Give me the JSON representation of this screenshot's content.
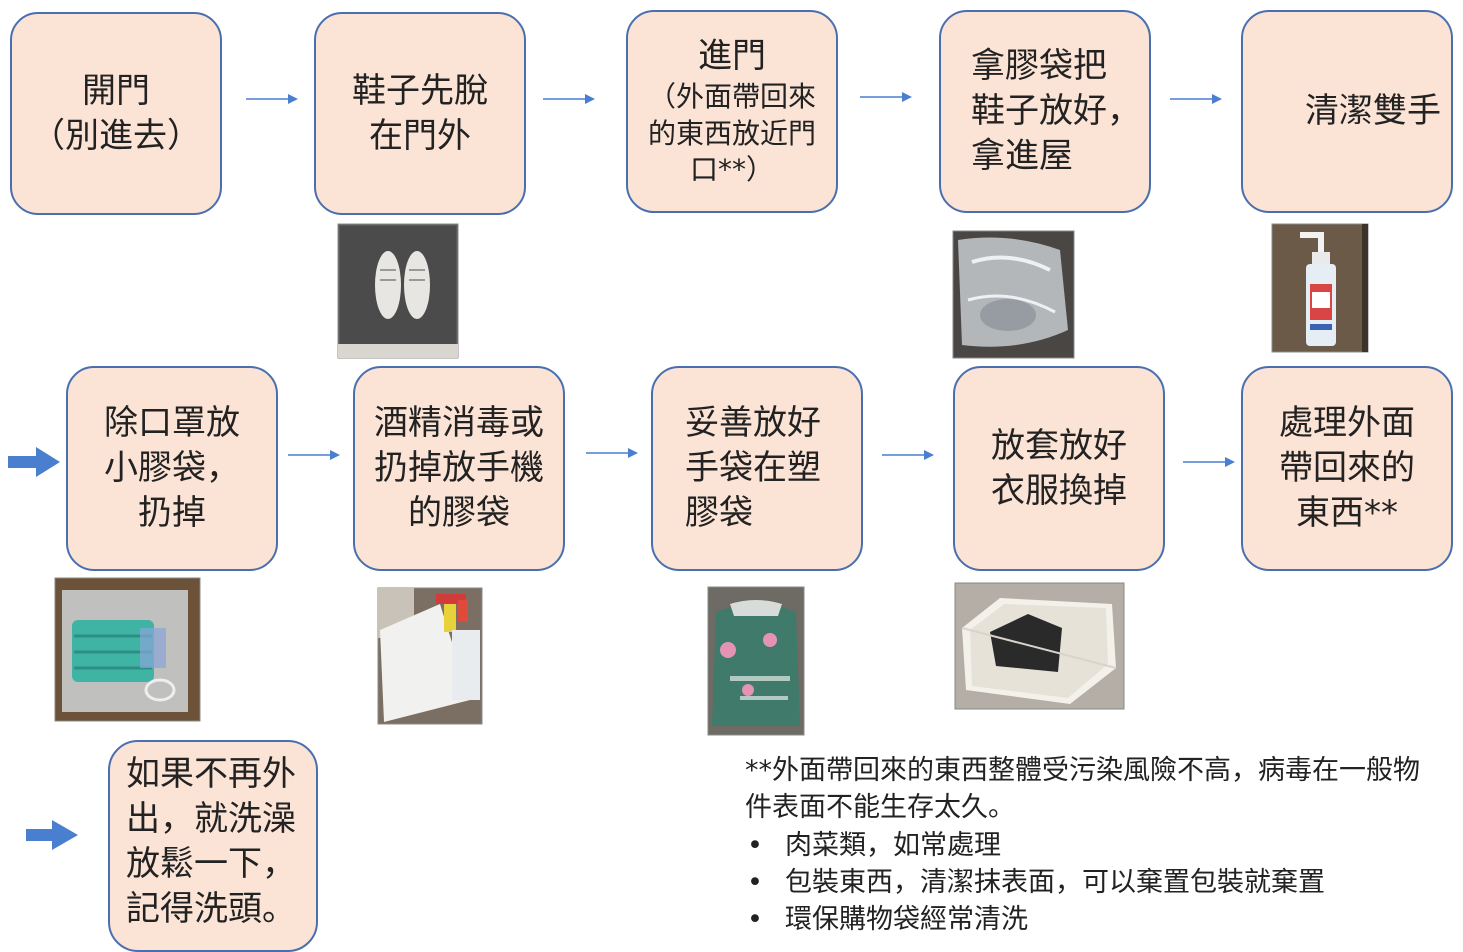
{
  "steps": {
    "s1": "開門\n（別進去）",
    "s2": "鞋子先脫\n在門外",
    "s3_title": "進門",
    "s3_sub": "（外面帶回來\n的東西放近門\n口**）",
    "s4": "拿膠袋把\n鞋子放好，\n拿進屋",
    "s5": "清潔雙手",
    "s6": "除口罩放\n小膠袋，\n扔掉",
    "s7": "酒精消毒或\n扔掉放手機\n的膠袋",
    "s8": "妥善放好\n手袋在塑\n膠袋",
    "s9": "放套放好\n衣服換掉",
    "s10": "處理外面\n帶回來的\n東西**",
    "s11": "如果不再外\n出，就洗澡\n放鬆一下，\n記得洗頭。"
  },
  "note": {
    "intro": "**外面帶回來的東西整體受污染風險不高，病毒在一般物件表面不能生存太久。",
    "bullets": [
      "肉菜類，如常處理",
      "包裝東西，清潔抹表面，可以棄置包裝就棄置",
      "環保購物袋經常清洗"
    ]
  },
  "colors": {
    "box_fill": "#fbe3d6",
    "box_border": "#4a6fb0",
    "arrow": "#4a7fd0"
  }
}
